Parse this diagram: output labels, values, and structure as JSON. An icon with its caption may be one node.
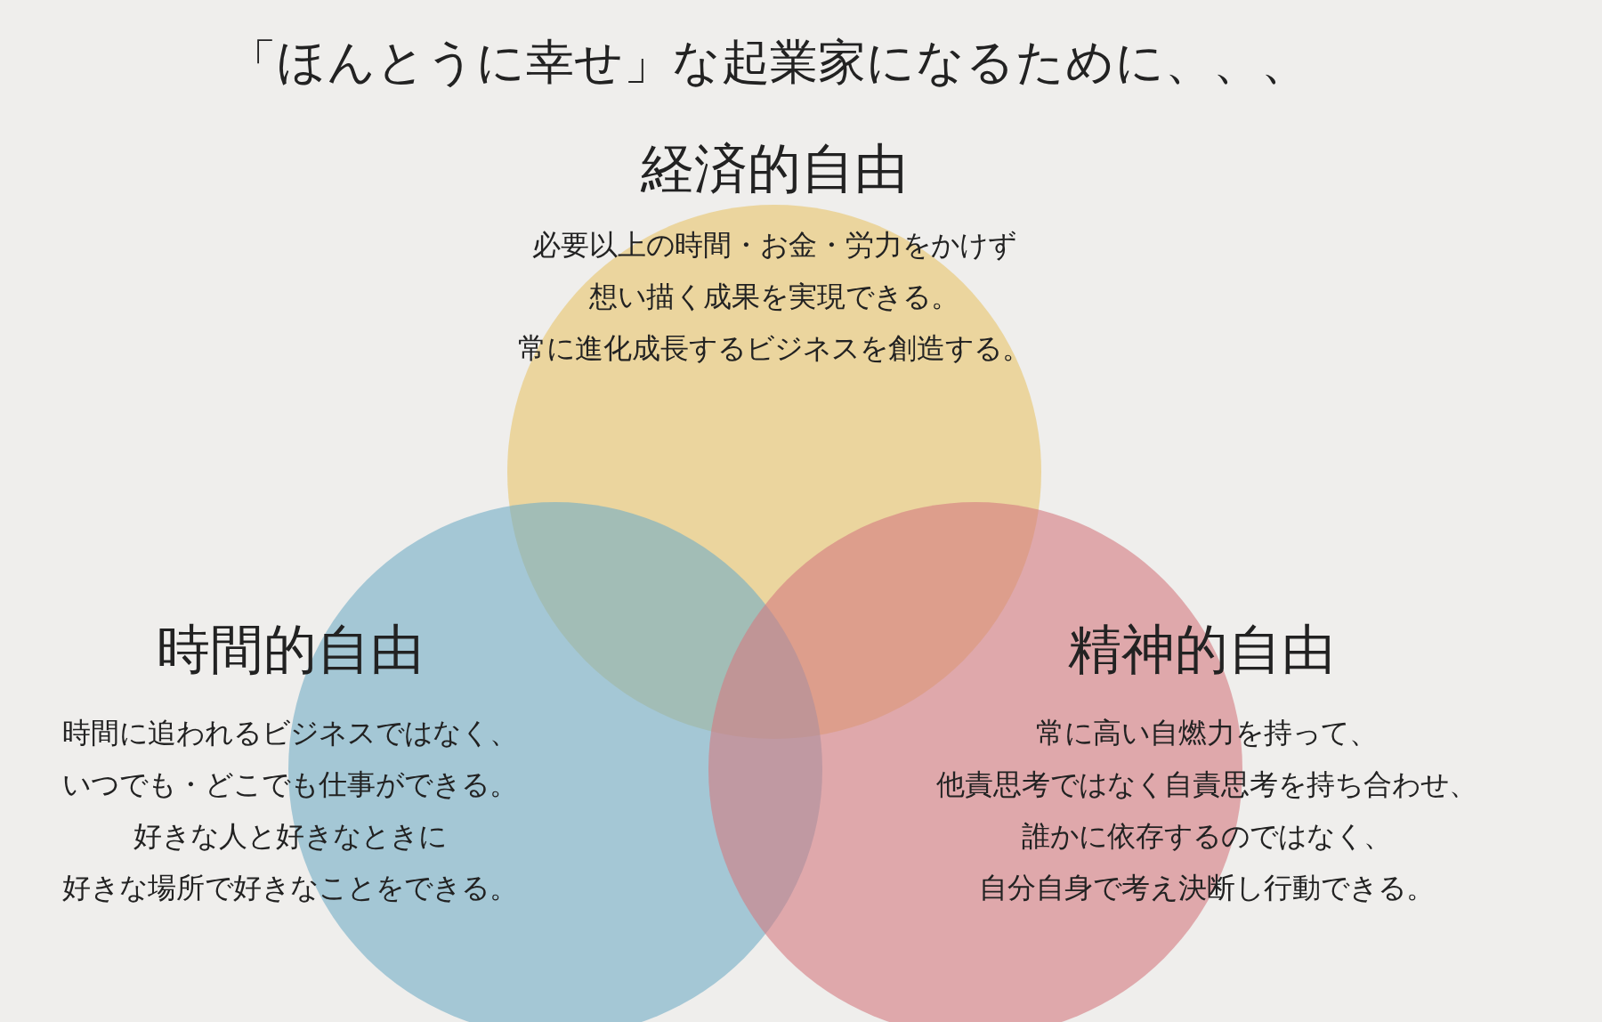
{
  "diagram": {
    "title": "「ほんとうに幸せ」な起業家になるために、、、",
    "nodes": [
      {
        "text": [
          "経済的自由",
          "必要以上の時間・お金・労力をかけず",
          "想い描く成果を実現できる。",
          "常に進化成長するビジネスを創造する。"
        ]
      },
      {
        "text": [
          "時間的自由",
          "時間に追われるビジネスではなく、",
          "いつでも・どこでも仕事ができる。",
          "好きな人と好きなときに",
          "好きな場所で好きなことをできる。"
        ]
      },
      {
        "text": [
          "精神的自由",
          "常に高い自燃力を持って、",
          "他責思考ではなく自責思考を持ち合わせ、",
          "誰かに依存するのではなく、",
          "自分自身で考え決断し行動できる。"
        ]
      }
    ]
  }
}
